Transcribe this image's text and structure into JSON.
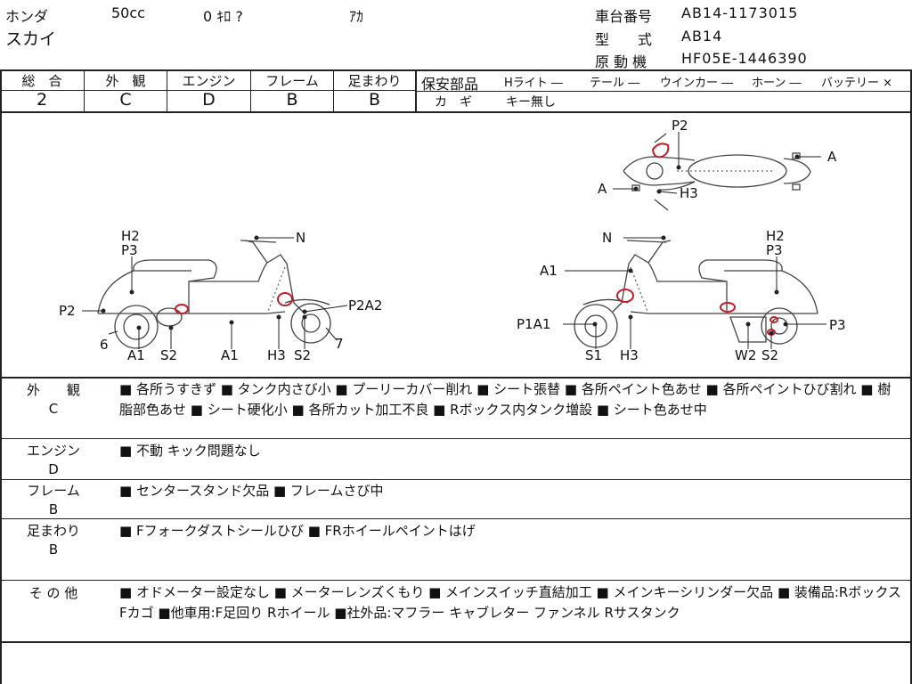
{
  "header": {
    "maker": "ホンダ",
    "displacement": "50cc",
    "mileage": "0 ｷﾛ ?",
    "color": "ｱｶ",
    "model": "スカイ",
    "frame_no_label": "車台番号",
    "frame_no": "AB14-1173015",
    "type_label": "型　　式",
    "type": "AB14",
    "engine_label": "原 動 機",
    "engine_no": "HF05E-1446390"
  },
  "grades": {
    "labels": [
      "総　合",
      "外　観",
      "エンジン",
      "フレーム",
      "足まわり"
    ],
    "values": [
      "2",
      "C",
      "D",
      "B",
      "B"
    ]
  },
  "safety": {
    "label": "保安部品",
    "items": [
      "Hライト ―",
      "テール ―",
      "ウインカー ―",
      "ホーン ―",
      "バッテリー ×"
    ],
    "key_label": "カ　ギ",
    "key_value": "キー無し"
  },
  "diagram_labels": {
    "top": [
      "P2",
      "A",
      "A",
      "H3"
    ],
    "left": [
      "H2",
      "P3",
      "N",
      "P2",
      "P2A2",
      "6",
      "7",
      "A1",
      "S2",
      "A1",
      "H3",
      "S2"
    ],
    "right": [
      "N",
      "H2",
      "P3",
      "A1",
      "P1A1",
      "P3",
      "S1",
      "H3",
      "W2",
      "S2"
    ]
  },
  "sections": [
    {
      "label1": "外　　観",
      "label2": "C",
      "text": "■ 各所うすきず ■ タンク内さび小 ■ プーリーカバー削れ ■ シート張替 ■ 各所ペイント色あせ ■ 各所ペイントひび割れ ■ 樹脂部色あせ ■ シート硬化小 ■ 各所カット加工不良 ■ Rボックス内タンク増設 ■ シート色あせ中"
    },
    {
      "label1": "エンジン",
      "label2": "D",
      "text": "■ 不動 キック問題なし"
    },
    {
      "label1": "フレーム",
      "label2": "B",
      "text": "■ センタースタンド欠品 ■ フレームさび中"
    },
    {
      "label1": "足まわり",
      "label2": "B",
      "text": "■ Fフォークダストシールひび ■ FRホイールペイントはげ"
    },
    {
      "label1": "そ の 他",
      "label2": "",
      "text": "■ オドメーター設定なし ■ メーターレンズくもり ■ メインスイッチ直結加工 ■ メインキーシリンダー欠品 ■ 装備品:Rボックス Fカゴ ■他車用:F足回り Rホイール ■社外品:マフラー キャブレター ファンネル Rサスタンク"
    }
  ],
  "colors": {
    "line": "#222222",
    "damage_mark": "#c0202a"
  }
}
